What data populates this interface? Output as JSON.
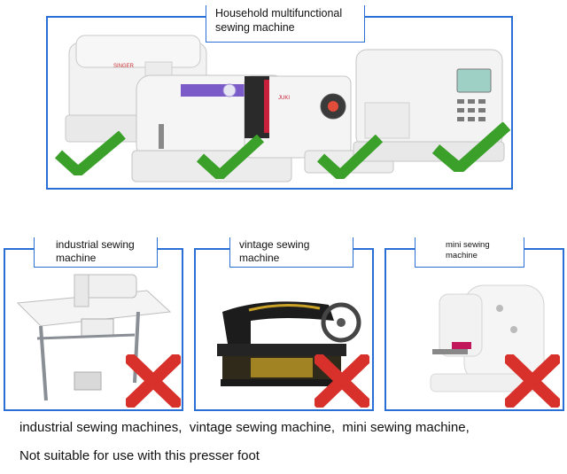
{
  "top_panel": {
    "label_line1": "Household multifunctional",
    "label_line2": "sewing machine"
  },
  "panels": [
    {
      "label_line1": "industrial sewing",
      "label_line2": "machine"
    },
    {
      "label_line1": "vintage sewing",
      "label_line2": "machine"
    },
    {
      "label_line1": "mini sewing",
      "label_line2": "machine"
    }
  ],
  "footer": {
    "line1": "industrial sewing machines,  vintage sewing machine,  mini sewing machine,",
    "line2": "Not suitable for use with this presser foot"
  },
  "colors": {
    "frame_blue": "#2a6fd6",
    "check_green": "#3aa02a",
    "cross_red": "#d8302a"
  },
  "icons": {
    "suitable": "check-icon",
    "unsuitable": "cross-icon"
  }
}
